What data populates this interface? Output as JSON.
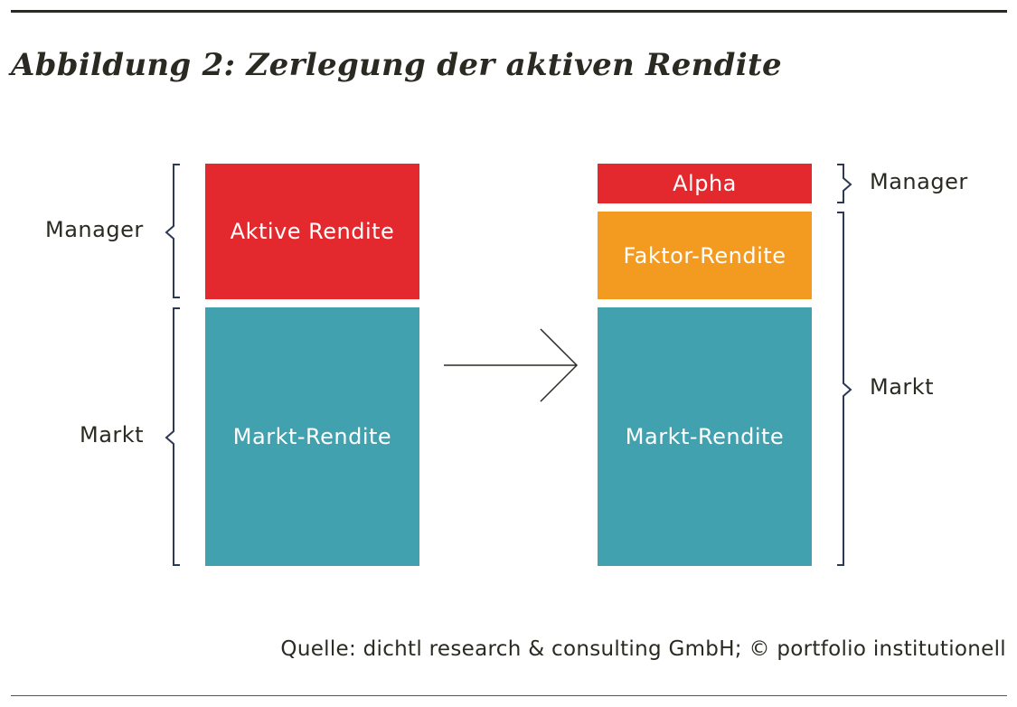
{
  "title": "Abbildung 2: Zerlegung der aktiven Rendite",
  "left_stack": {
    "top_box": "Aktive Rendite",
    "bottom_box": "Markt-Rendite",
    "manager_label": "Manager",
    "markt_label": "Markt"
  },
  "right_stack": {
    "alpha_box": "Alpha",
    "faktor_box": "Faktor-Rendite",
    "markt_box": "Markt-Rendite",
    "manager_label": "Manager",
    "markt_label": "Markt"
  },
  "source": "Quelle: dichtl research & consulting GmbH; © portfolio institutionell",
  "colors": {
    "red": "#e4292e",
    "orange": "#f39a21",
    "teal": "#42a1ae",
    "bracket": "#2e3a55",
    "text": "#2b2a22"
  }
}
